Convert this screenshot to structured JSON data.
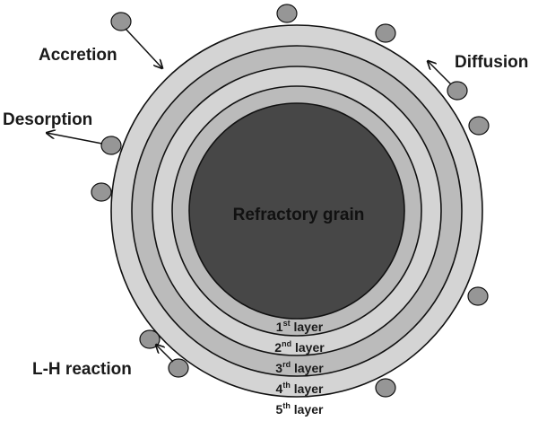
{
  "colors": {
    "ring_1": "#d4d4d4",
    "ring_2": "#bbbbbb",
    "ring_3": "#d4d4d4",
    "ring_4": "#bbbbbb",
    "ring_5": "#d4d4d4",
    "core": "#474747",
    "particle": "#969696",
    "stroke": "#111111"
  },
  "labels": {
    "accretion": "Accretion",
    "diffusion": "Diffusion",
    "desorption": "Desorption",
    "lh_reaction": "L-H reaction",
    "core": "Refractory grain"
  },
  "layers": [
    {
      "num": "1",
      "sup": "st",
      "word": " layer"
    },
    {
      "num": "2",
      "sup": "nd",
      "word": " layer"
    },
    {
      "num": "3",
      "sup": "rd",
      "word": " layer"
    },
    {
      "num": "4",
      "sup": "th",
      "word": " layer"
    },
    {
      "num": "5",
      "sup": "th",
      "word": " layer"
    }
  ]
}
